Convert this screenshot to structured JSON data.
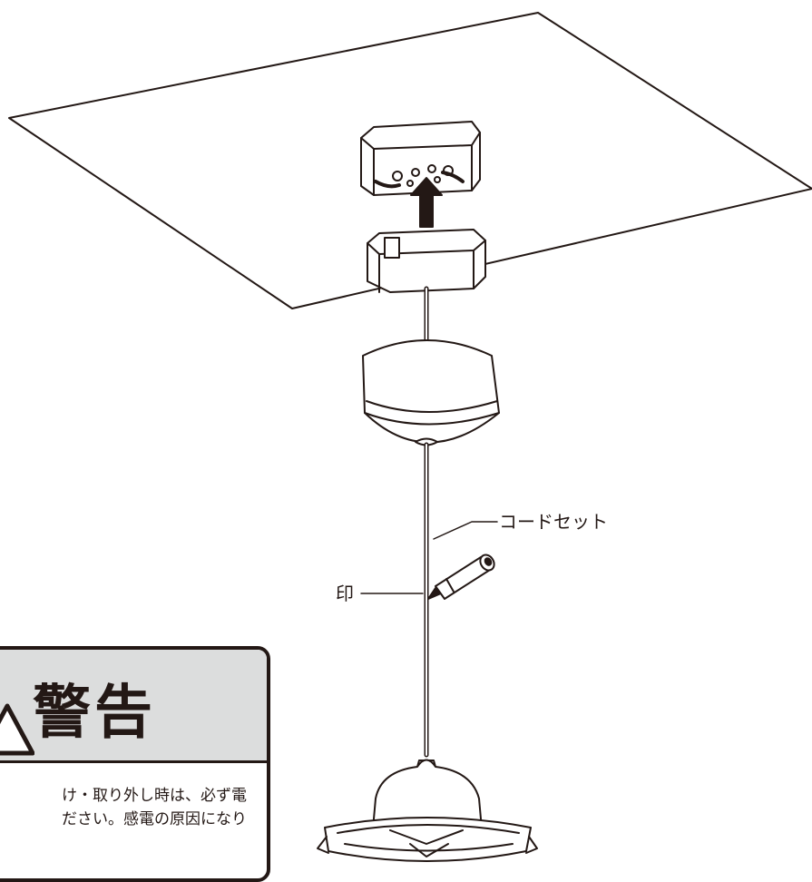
{
  "labels": {
    "cord_set": "コードセット",
    "mark": "印"
  },
  "warning": {
    "title": "警告",
    "line1": "け・取り外し時は、必ず電",
    "line2": "ださい。感電の原因になり"
  },
  "colors": {
    "line": "#231815",
    "warning_header": "#dcdddd",
    "shade": "#e6e6e6"
  },
  "icons": {
    "warning": "warning-triangle-icon",
    "arrow": "up-arrow-icon"
  }
}
